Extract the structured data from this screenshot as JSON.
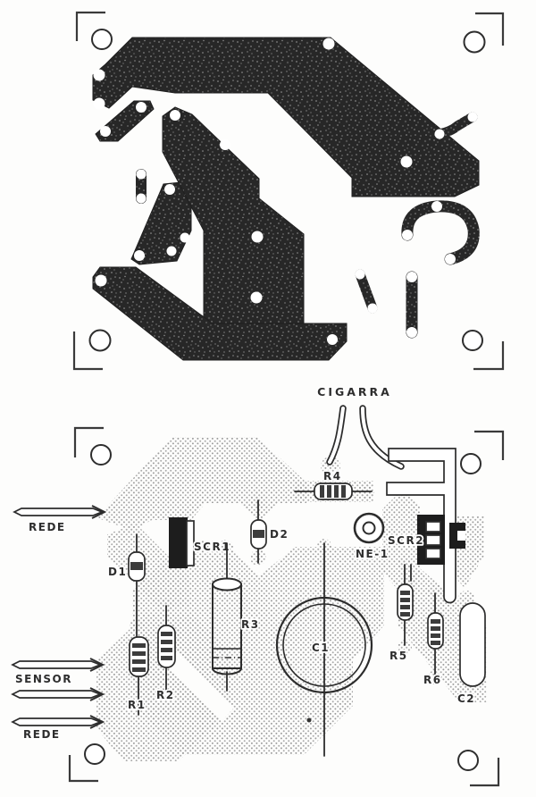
{
  "figure": {
    "description": "Printed circuit board artwork (solder side, top) and component placement diagram (bottom)"
  },
  "colors": {
    "paper": "#fdfdfc",
    "copper_black": "#262626",
    "trace_gray_dot": "#a0a0a0",
    "ink": "#2e2e2e"
  },
  "labels": {
    "connections": {
      "cigarra": "CIGARRA",
      "rede_top": "REDE",
      "sensor": "SENSOR",
      "rede_bottom": "REDE"
    },
    "components": {
      "d1": "D1",
      "d2": "D2",
      "r1": "R1",
      "r2": "R2",
      "r3": "R3",
      "r4": "R4",
      "r5": "R5",
      "r6": "R6",
      "c1": "C1",
      "c2": "C2",
      "scr1": "SCR1",
      "scr2": "SCR2",
      "ne1": "NE-1"
    }
  }
}
